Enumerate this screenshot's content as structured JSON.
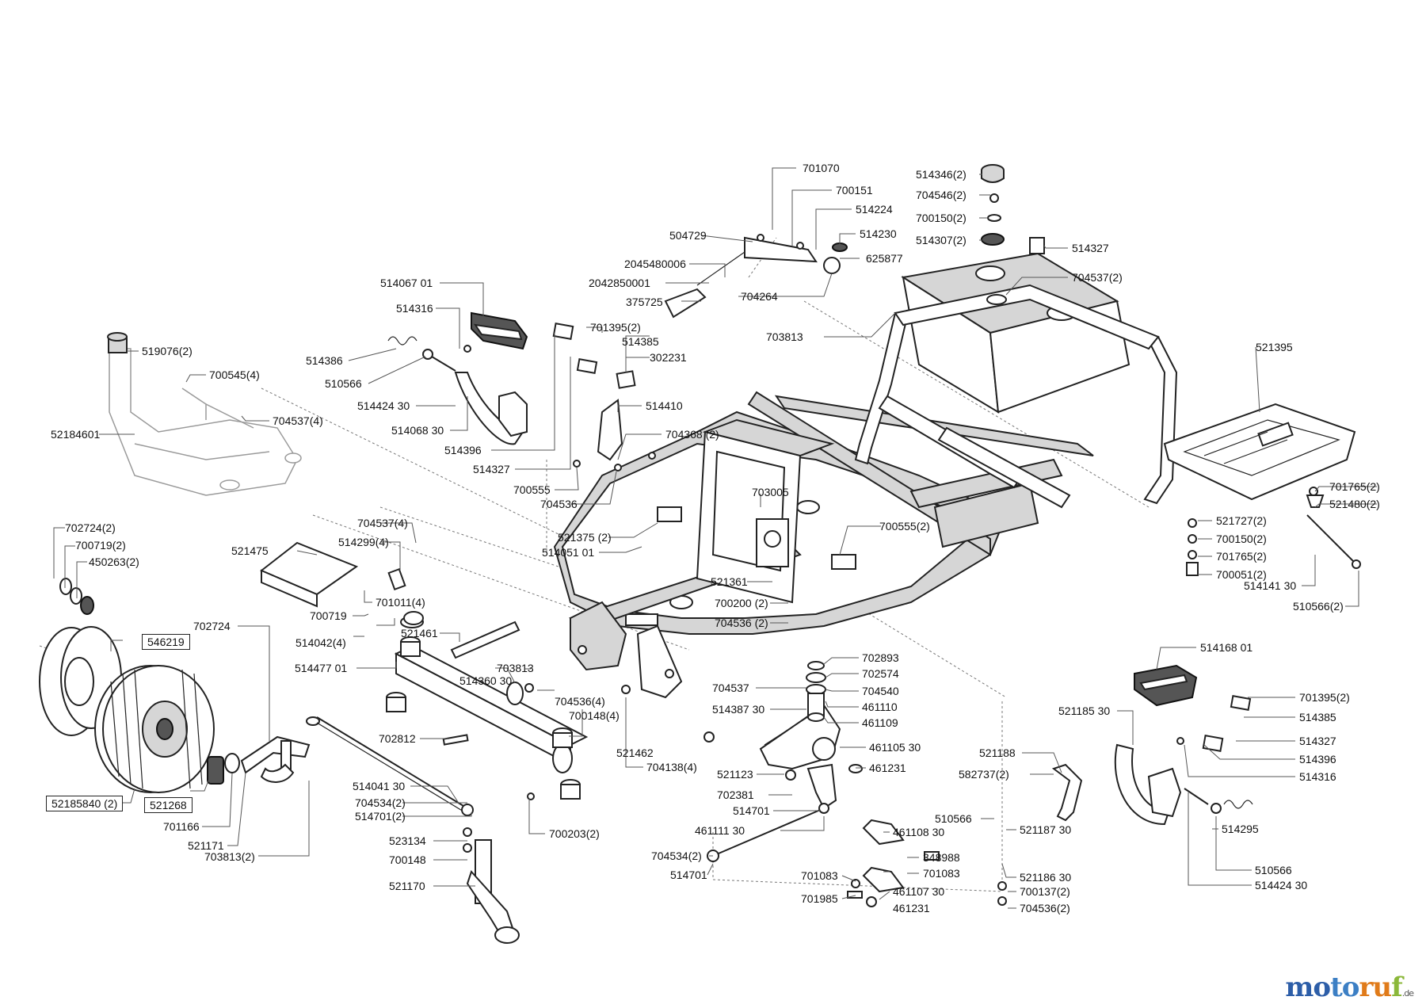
{
  "labels": {
    "l701070": "701070",
    "l700151": "700151",
    "l514224": "514224",
    "l514230": "514230",
    "l625877": "625877",
    "l504729": "504729",
    "l2045480006": "2045480006",
    "l2042850001": "2042850001",
    "l375725": "375725",
    "l704264": "704264",
    "l514346": "514346(2)",
    "l704546": "704546(2)",
    "l700150a": "700150(2)",
    "l514307": "514307(2)",
    "l514327a": "514327",
    "l704537a": "704537(2)",
    "l703813a": "703813",
    "l51406701": "514067 01",
    "l514316a": "514316",
    "l514386": "514386",
    "l510566a": "510566",
    "l51442430a": "514424 30",
    "l51406830": "514068 30",
    "l514396a": "514396",
    "l514327b": "514327",
    "l701395a": "701395(2)",
    "l514385a": "514385",
    "l302231": "302231",
    "l514410": "514410",
    "l704368": "704368 (2)",
    "l700555": "700555",
    "l704536a": "704536",
    "l519076": "519076(2)",
    "l700545": "700545(4)",
    "l704537b": "704537(4)",
    "l52184601": "52184601",
    "l521395": "521395",
    "l701765a": "701765(2)",
    "l521480": "521480(2)",
    "l521727": "521727(2)",
    "l700150b": "700150(2)",
    "l701765b": "701765(2)",
    "l700051": "700051(2)",
    "l51414130": "514141 30",
    "l510566b": "510566(2)",
    "l703005": "703005",
    "l700555b": "700555(2)",
    "l521375": "521375 (2)",
    "l51405101": "514051 01",
    "l521361": "521361",
    "l700200": "700200 (2)",
    "l704536b": "704536 (2)",
    "l702724a": "702724(2)",
    "l700719a": "700719(2)",
    "l450263": "450263(2)",
    "l521475": "521475",
    "l704537c": "704537(4)",
    "l514299": "514299(4)",
    "l701011": "701011(4)",
    "l700719b": "700719",
    "l546219": "546219",
    "l702724b": "702724",
    "l514042": "514042(4)",
    "l51447701": "514477 01",
    "l521461": "521461",
    "l703813b": "703813",
    "l51436030": "514360 30",
    "l704536c": "704536(4)",
    "l700148a": "700148(4)",
    "l521462": "521462",
    "l704138": "704138(4)",
    "l702812": "702812",
    "l52185840": "52185840 (2)",
    "l521268": "521268",
    "l701166": "701166",
    "l521171": "521171",
    "l703813c": "703813(2)",
    "l51404130": "514041 30",
    "l704534a": "704534(2)",
    "l514701a": "514701(2)",
    "l523134": "523134",
    "l700148b": "700148",
    "l521170": "521170",
    "l700203": "700203(2)",
    "l702893": "702893",
    "l702574": "702574",
    "l704540": "704540",
    "l461110": "461110",
    "l461109": "461109",
    "l704537d": "704537",
    "l51438730": "514387 30",
    "l46110530": "461105 30",
    "l461231a": "461231",
    "l521123": "521123",
    "l702381": "702381",
    "l514701b": "514701",
    "l46111130": "461111 30",
    "l704534b": "704534(2)",
    "l514701c": "514701",
    "l46110830": "461108 30",
    "l348988": "348988",
    "l701083a": "701083",
    "l701083b": "701083",
    "l46110730": "461107 30",
    "l701985": "701985",
    "l461231b": "461231",
    "l51416801": "514168 01",
    "l701395b": "701395(2)",
    "l514385b": "514385",
    "l514327c": "514327",
    "l514396b": "514396",
    "l514316b": "514316",
    "l52118530": "521185 30",
    "l521188": "521188",
    "l582737": "582737(2)",
    "l510566c": "510566",
    "l52118730": "521187 30",
    "l52118630": "521186 30",
    "l700137": "700137(2)",
    "l704536d": "704536(2)",
    "l514295": "514295",
    "l510566d": "510566",
    "l51442430b": "514424 30"
  },
  "watermark": {
    "m1": "mo",
    "m2": "to",
    "m3": "ru",
    "m4": "f",
    "tld": ".de"
  },
  "colors": {
    "line": "#222222",
    "leader": "#555555",
    "fill_gray": "#d6d6d6",
    "brand_blue": "#2d5ea8",
    "brand_orange": "#e07b1a",
    "brand_green": "#8bb83a"
  }
}
